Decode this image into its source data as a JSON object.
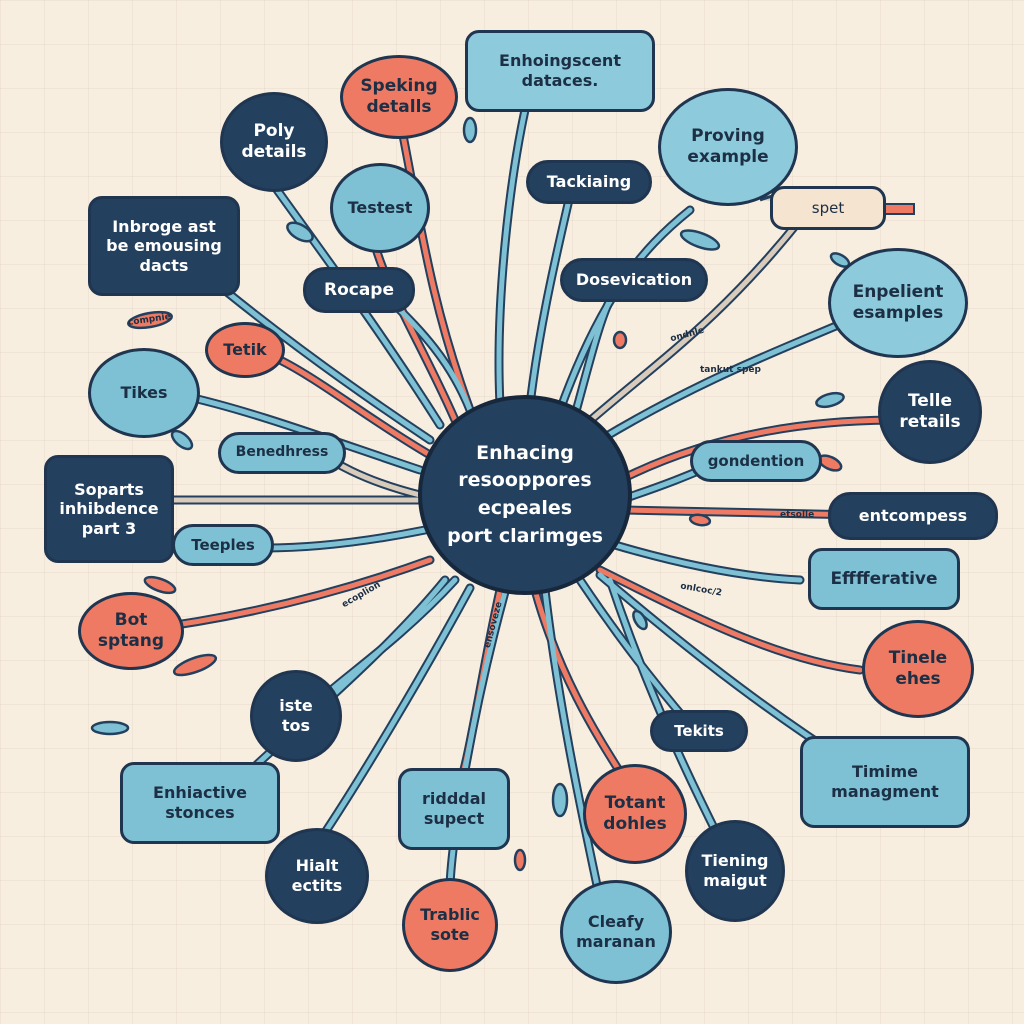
{
  "colors": {
    "navy": "#23405e",
    "sky": "#7ec1d4",
    "coral": "#ef7a63",
    "cream": "#f4e4d0",
    "background": "#f8eee0"
  },
  "hub": {
    "label": "Enhacing\nresooppores\necpeales\nport clarimges"
  },
  "nodes": {
    "speaking_details": "Speking\ndetalls",
    "enhancing_detail": "Enhoingscent\ndataces.",
    "poly_details": "Poly\ndetails",
    "proving_example": "Proving\nexample",
    "testest": "Testest",
    "tackling": "Tackiaing",
    "inbroge": "Inbroge ast\nbe emousing\ndacts",
    "spet": "spet",
    "rocape": "Rocape",
    "dosevication": "Dosevication",
    "enpelient_examples": "Enpelient\nesamples",
    "tetik": "Tetik",
    "tikes": "Tikes",
    "telle_retails": "Telle\nretails",
    "benedhress": "Benedhress",
    "gondention": "gondention",
    "soparts": "Soparts\ninhibdence\npart 3",
    "entcompess": "entcompess",
    "teeples": "Teeples",
    "effferative": "Efffferative",
    "bot_sptang": "Bot\nsptang",
    "tinele_ehes": "Tinele\nehes",
    "iste_tos": "iste\ntos",
    "tekits": "Tekits",
    "enhiactive_stonces": "Enhiactive\nstonces",
    "ridddal_supect": "ridddal\nsupect",
    "totant_dohles": "Totant\ndohles",
    "timime_management": "Timime\nmanagment",
    "hialt_ectits": "Hialt\nectits",
    "tiening_maigut": "Tiening\nmaigut",
    "trablic_sote": "Trablic\nsote",
    "cleafy_maranan": "Cleafy\nmaranan"
  },
  "branch_labels": {
    "compie": "compnie",
    "tankut_spep": "tankut spep",
    "ondnle": "ondnle",
    "etsolle": "etsolle",
    "ensoveze": "ensoveze",
    "ecoplion": "ecoplion",
    "ontcoz": "onlcoc/2"
  }
}
